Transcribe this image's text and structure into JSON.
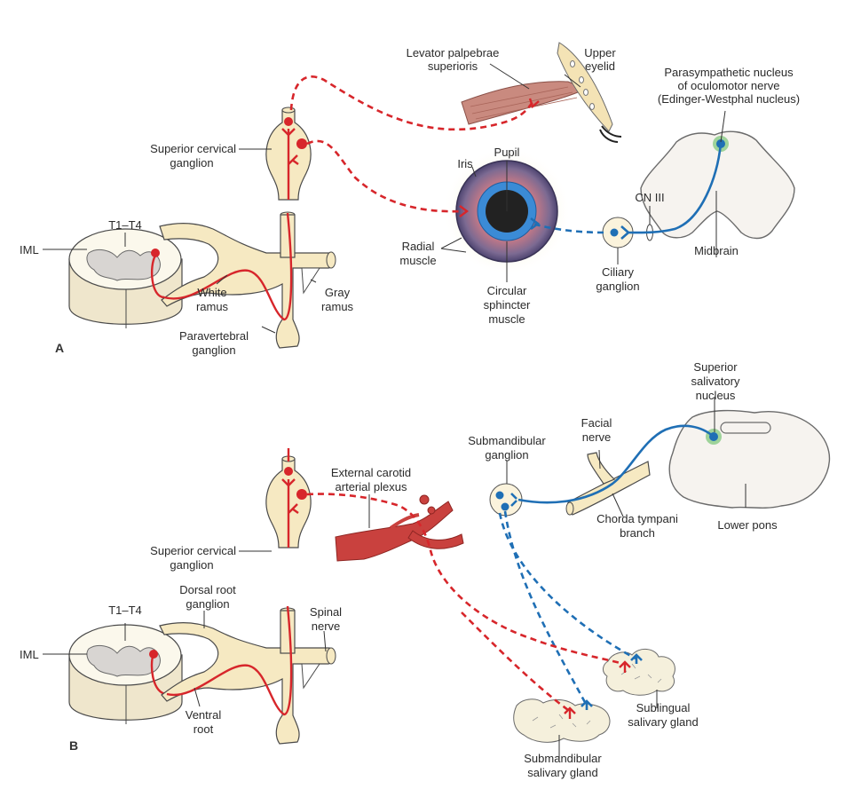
{
  "figure": {
    "colors": {
      "sympathetic": "#d7262b",
      "parasympathetic": "#1f6fb5",
      "nucleus_highlight": "#9ed39a",
      "tissue": "#f6e9c2",
      "iris": "#6b5f86",
      "pupil_ring": "#3b8bd6",
      "artery": "#c9413e"
    },
    "legend_semantics": {
      "red": "sympathetic pathway",
      "blue": "parasympathetic pathway",
      "solid": "preganglionic fiber",
      "dashed": "postganglionic fiber"
    }
  },
  "panel_a": {
    "label": "A",
    "labels": {
      "levator": [
        "Levator palpebrae",
        "superioris"
      ],
      "upper_eyelid": [
        "Upper",
        "eyelid"
      ],
      "ew_nucleus": [
        "Parasympathetic nucleus",
        "of oculomotor nerve",
        "(Edinger-Westphal nucleus)"
      ],
      "superior_cervical": [
        "Superior cervical",
        "ganglion"
      ],
      "pupil": "Pupil",
      "iris": "Iris",
      "t1t4": "T1–T4",
      "iml": "IML",
      "cn3": "CN III",
      "radial": [
        "Radial",
        "muscle"
      ],
      "ciliary": [
        "Ciliary",
        "ganglion"
      ],
      "midbrain": "Midbrain",
      "white_ramus": [
        "White",
        "ramus"
      ],
      "gray_ramus": [
        "Gray",
        "ramus"
      ],
      "circular": [
        "Circular",
        "sphincter",
        "muscle"
      ],
      "paravertebral": [
        "Paravertebral",
        "ganglion"
      ]
    }
  },
  "panel_b": {
    "label": "B",
    "labels": {
      "superior_salivatory": [
        "Superior",
        "salivatory",
        "nucleus"
      ],
      "facial": [
        "Facial",
        "nerve"
      ],
      "submandibular_ganglion": [
        "Submandibular",
        "ganglion"
      ],
      "ext_carotid": [
        "External carotid",
        "arterial plexus"
      ],
      "chorda": [
        "Chorda tympani",
        "branch"
      ],
      "lower_pons": "Lower pons",
      "superior_cervical": [
        "Superior cervical",
        "ganglion"
      ],
      "dorsal_root": [
        "Dorsal root",
        "ganglion"
      ],
      "t1t4": "T1–T4",
      "spinal_nerve": [
        "Spinal",
        "nerve"
      ],
      "iml": "IML",
      "ventral_root": [
        "Ventral",
        "root"
      ],
      "sublingual": [
        "Sublingual",
        "salivary gland"
      ],
      "submandibular_gland": [
        "Submandibular",
        "salivary gland"
      ]
    }
  }
}
